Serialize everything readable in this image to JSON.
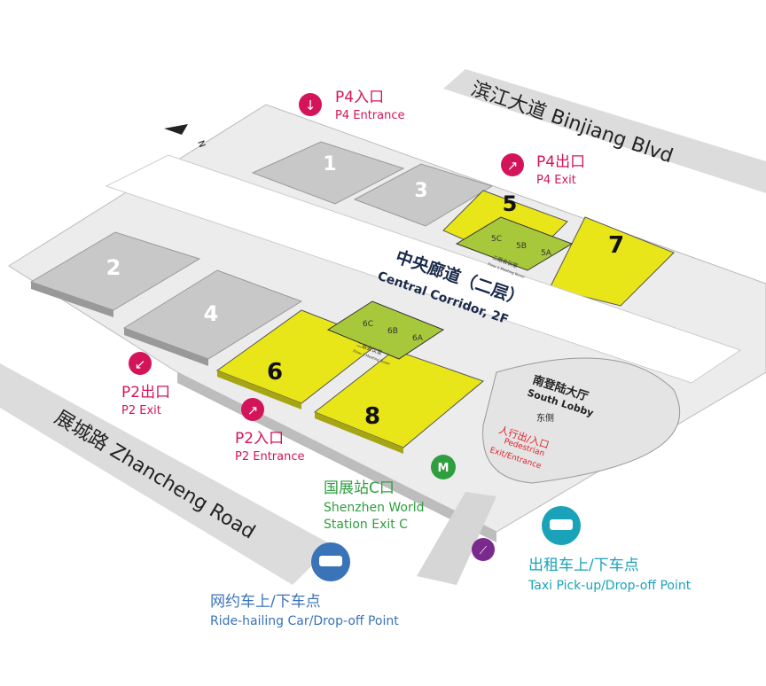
{
  "roads": {
    "top": "滨江大道 Binjiang Blvd",
    "bottom": "展城路 Zhancheng Road"
  },
  "compass": "N",
  "corridor": {
    "zh": "中央廊道（二层）",
    "en": "Central Corridor, 2F"
  },
  "halls": [
    "1",
    "2",
    "3",
    "4",
    "5",
    "6",
    "7",
    "8"
  ],
  "meeting_rooms": {
    "hall5": [
      "5C",
      "5B",
      "5A"
    ],
    "hall6": [
      "6C",
      "6B",
      "6A"
    ],
    "label_zh": "二层会议室",
    "label_en": "Floor 2 Meeting Room"
  },
  "lobby": {
    "zh": "南登陆大厅",
    "en": "South Lobby",
    "side": "东侧",
    "ped_zh": "人行出/入口",
    "ped_en1": "Pedestrian",
    "ped_en2": "Exit/Entrance"
  },
  "markers": {
    "p4_entrance": {
      "zh": "P4入口",
      "en": "P4 Entrance"
    },
    "p4_exit": {
      "zh": "P4出口",
      "en": "P4 Exit"
    },
    "p2_exit": {
      "zh": "P2出口",
      "en": "P2 Exit"
    },
    "p2_entrance": {
      "zh": "P2入口",
      "en": "P2 Entrance"
    },
    "metro": {
      "zh": "国展站C口",
      "en1": "Shenzhen World",
      "en2": "Station Exit C"
    },
    "taxi": {
      "zh": "出租车上/下车点",
      "en": "Taxi Pick-up/Drop-off Point"
    },
    "ride": {
      "zh": "网约车上/下车点",
      "en": "Ride-hailing Car/Drop-off Point"
    }
  },
  "colors": {
    "magenta": "#d4145a",
    "green": "#2e9e3e",
    "blue": "#3a73b8",
    "teal": "#1aa3b8",
    "purple": "#7a2a8c",
    "hall_yellow": "#e8e619",
    "meeting_green": "#a6c83a",
    "hall_gray": "#c8c8c8"
  }
}
